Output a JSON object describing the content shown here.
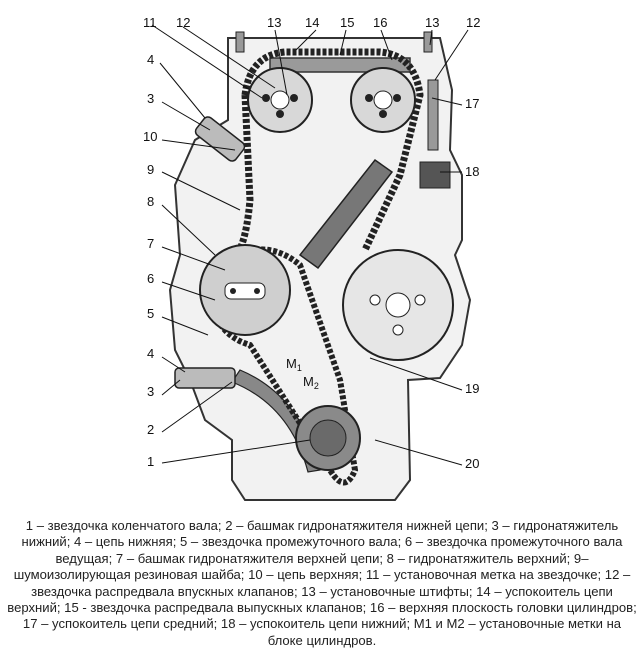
{
  "labels": {
    "l1": "1",
    "l2": "2",
    "l3a": "3",
    "l3b": "3",
    "l4a": "4",
    "l4b": "4",
    "l5": "5",
    "l6": "6",
    "l7": "7",
    "l8": "8",
    "l9": "9",
    "l10": "10",
    "l11": "11",
    "l12a": "12",
    "l12b": "12",
    "l13a": "13",
    "l13b": "13",
    "l14": "14",
    "l15": "15",
    "l16": "16",
    "l17": "17",
    "l18": "18",
    "l19": "19",
    "l20": "20",
    "m1_main": "M",
    "m1_sub": "1",
    "m2_main": "M",
    "m2_sub": "2"
  },
  "caption": "1 – звездочка коленчатого вала; 2 – башмак гидронатяжителя нижней цепи; 3 – гидронатяжитель нижний; 4 – цепь нижняя; 5 – звездочка промежуточного вала; 6 – звездочка промежуточного вала ведущая; 7 – башмак гидронатяжителя верхней цепи; 8 – гидронатяжитель верхний; 9– шумоизолирующая резиновая шайба; 10 – цепь верхняя; 11 – установочная метка на звездочке; 12 – звездочка распредвала впускных клапанов; 13 – установочные штифты; 14 – успокоитель цепи верхний; 15 - звездочка распредвала выпускных клапанов; 16 – верхняя плоскость головки цилиндров; 17 – успокоитель цепи средний; 18 – успокоитель цепи нижний; M1 и M2 – установочные метки на блоке цилиндров."
}
